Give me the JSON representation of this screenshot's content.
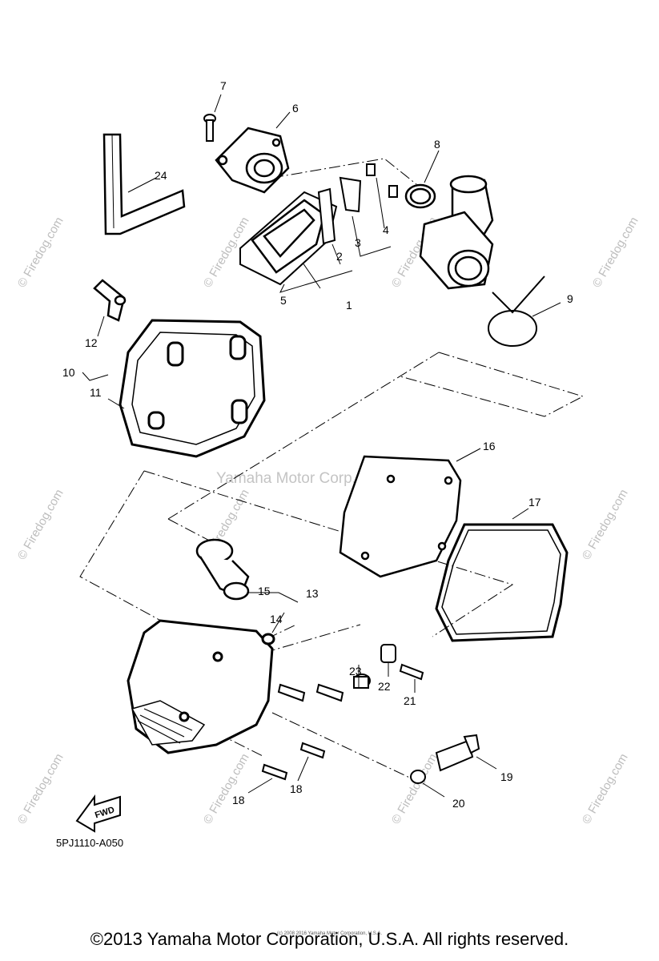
{
  "diagram": {
    "part_code": "5PJ1110-A050",
    "fwd_label": "FWD",
    "watermark_center": "Yamaha Motor Corp. U.S.A.",
    "watermark_side": "© Firedog.com",
    "callouts": [
      "1",
      "2",
      "3",
      "4",
      "5",
      "6",
      "7",
      "8",
      "9",
      "10",
      "11",
      "12",
      "13",
      "14",
      "15",
      "16",
      "17",
      "18",
      "18",
      "19",
      "20",
      "21",
      "22",
      "23",
      "24"
    ]
  },
  "footer": {
    "copyright": "©2013 Yamaha Motor Corporation, U.S.A. All rights reserved.",
    "fine_print": "(c) 2008 2016 Yamaha Motor Corporation, U.S.A."
  }
}
